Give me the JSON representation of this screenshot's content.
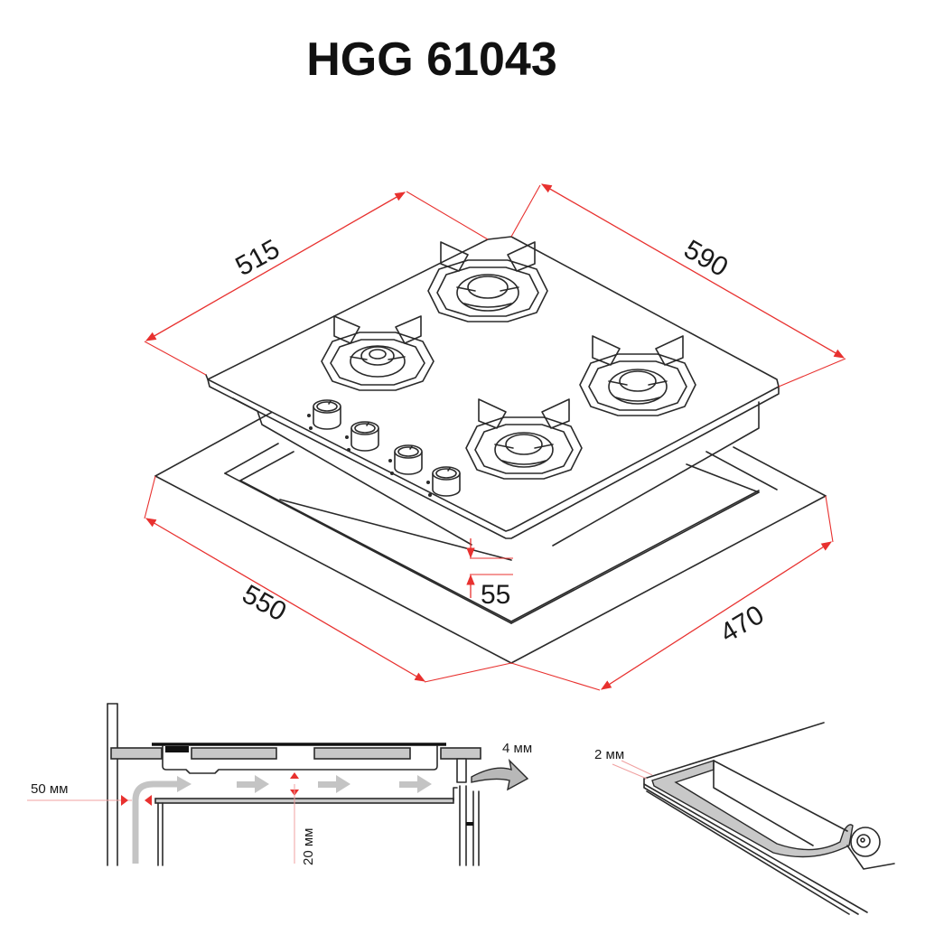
{
  "title": "HGG 61043",
  "colors": {
    "dimension_line": "#e8312f",
    "outline": "#2a2a2a",
    "airflow_arrow": "#c4c4c4",
    "panel_fill": "#c8c8c8"
  },
  "isometric_view": {
    "hob_dimensions": {
      "depth_label": "515",
      "width_label": "590"
    },
    "cutout_dimensions": {
      "width_label": "550",
      "depth_label": "470",
      "height_label": "55"
    },
    "burners": [
      {
        "position": "rear-left"
      },
      {
        "position": "rear-right-top"
      },
      {
        "position": "right"
      },
      {
        "position": "front-center"
      }
    ],
    "control_knobs_count": 4
  },
  "cross_section_view": {
    "labels": {
      "side_clearance": "50 мм",
      "front_gap": "4 мм",
      "airflow_gap": "20 мм"
    }
  },
  "seal_detail_view": {
    "labels": {
      "seal_thickness": "2 мм"
    }
  }
}
